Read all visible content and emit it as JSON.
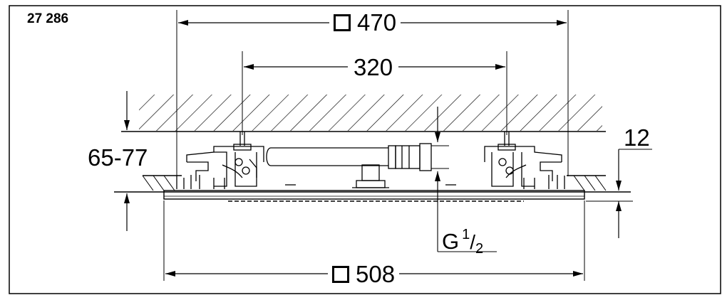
{
  "drawing": {
    "model_number": "27 286",
    "dimensions": {
      "outer_width": "470",
      "inner_width": "320",
      "bottom_width": "508",
      "depth_range": "65-77",
      "plate_thickness": "12"
    },
    "thread": {
      "prefix": "G",
      "numerator": "1",
      "slash": "/",
      "denominator": "2"
    }
  }
}
